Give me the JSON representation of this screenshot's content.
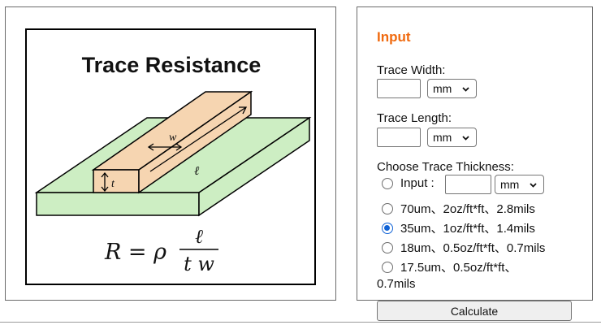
{
  "diagram": {
    "title": "Trace Resistance",
    "label_w": "w",
    "label_l": "ℓ",
    "label_t": "t",
    "formula_lhs": "R = ρ",
    "formula_num": "ℓ",
    "formula_den": "t w"
  },
  "form": {
    "title": "Input",
    "width_label": "Trace Width:",
    "width_value": "",
    "width_unit": "mm",
    "length_label": "Trace Length:",
    "length_value": "",
    "length_unit": "mm",
    "thickness_label": "Choose Trace Thickness:",
    "custom_label": "Input :",
    "custom_value": "",
    "custom_unit": "mm",
    "options": [
      "70um、2oz/ft*ft、2.8mils",
      "35um、1oz/ft*ft、1.4mils",
      "18um、0.5oz/ft*ft、0.7mils",
      "17.5um、0.5oz/ft*ft、"
    ],
    "option4_wrap": "0.7mils",
    "selected_option": 1
  },
  "calculate_label": "Calculate"
}
